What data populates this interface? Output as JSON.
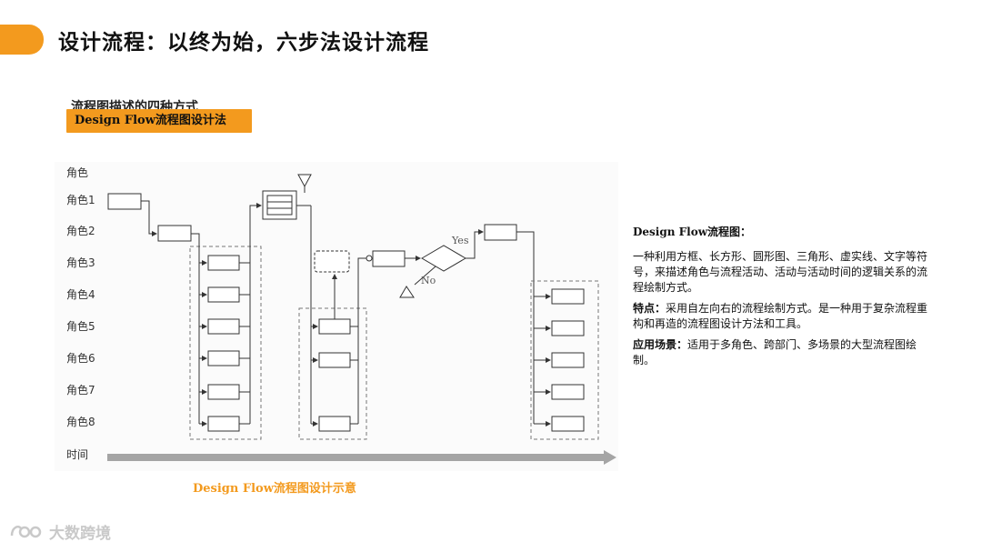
{
  "slide": {
    "title": "设计流程：以终为始，六步法设计流程",
    "subtitle_hidden": "流程图描述的四种方式",
    "method_tag": "Design Flow流程图设计法",
    "accent_color": "#f39a1e"
  },
  "diagram": {
    "roles_header": "角色",
    "roles": [
      "角色1",
      "角色2",
      "角色3",
      "角色4",
      "角色5",
      "角色6",
      "角色7",
      "角色8"
    ],
    "time_label": "时间",
    "decision_yes": "Yes",
    "decision_no": "No",
    "caption": "Design Flow流程图设计示意"
  },
  "description": {
    "heading": "Design Flow流程图：",
    "definition": "一种利用方框、长方形、圆形图、三角形、虚实线、文字等符号，来描述角色与流程活动、活动与活动时间的逻辑关系的流程绘制方式。",
    "feature_label": "特点：",
    "feature_text": "采用自左向右的流程绘制方式。是一种用于复杂流程重构和再造的流程图设计方法和工具。",
    "scenario_label": "应用场景：",
    "scenario_text": "适用于多角色、跨部门、多场景的大型流程图绘制。"
  },
  "watermark": {
    "text": "大数跨境"
  }
}
